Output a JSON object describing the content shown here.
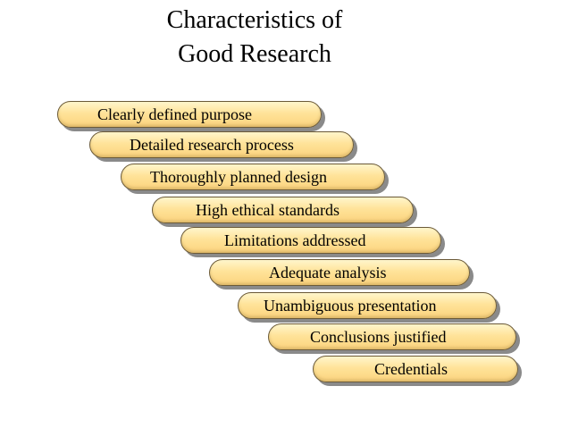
{
  "title": {
    "line1": "Characteristics of",
    "line2": "Good Research"
  },
  "steps": [
    {
      "label": "Clearly defined purpose"
    },
    {
      "label": "Detailed research process"
    },
    {
      "label": "Thoroughly planned design"
    },
    {
      "label": "High ethical standards"
    },
    {
      "label": "Limitations addressed"
    },
    {
      "label": "Adequate analysis"
    },
    {
      "label": "Unambiguous presentation"
    },
    {
      "label": "Conclusions justified"
    },
    {
      "label": "Credentials"
    }
  ],
  "colors": {
    "pill_fill": "#ffe399",
    "pill_border": "#6b5a38",
    "pill_shadow": "#8a8a8a",
    "text": "#000000"
  }
}
